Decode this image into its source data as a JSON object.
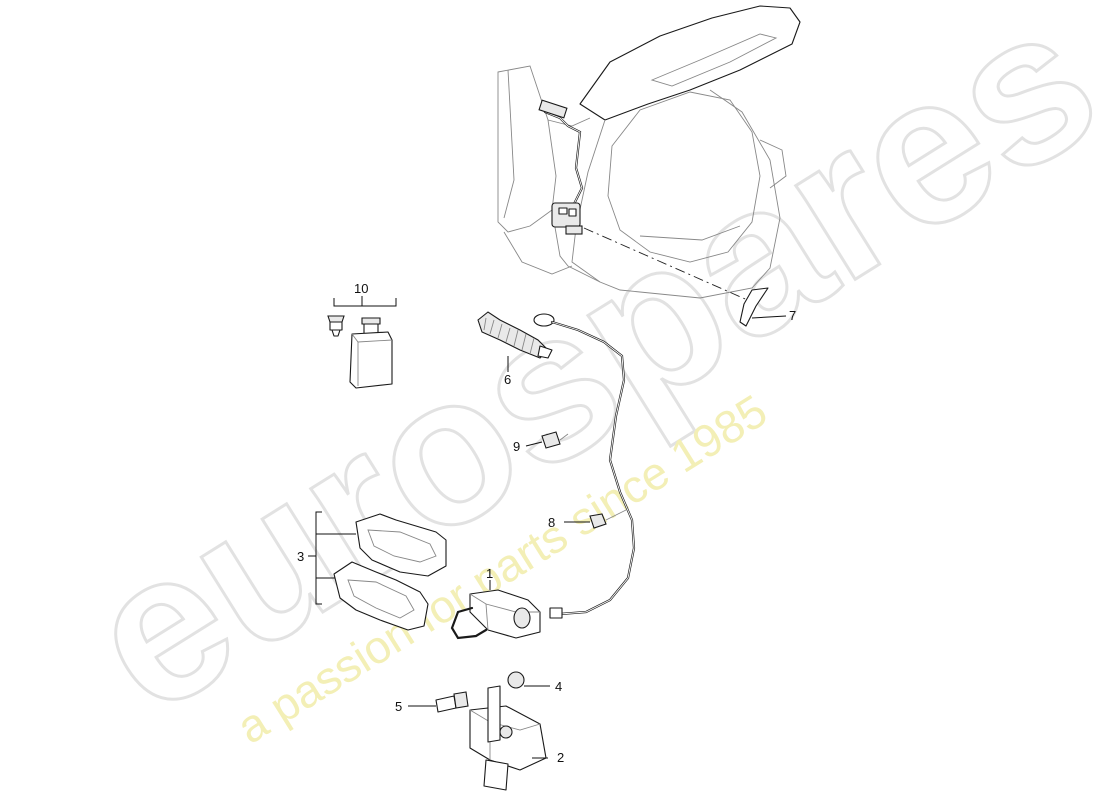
{
  "watermark": {
    "brand": "eurospares",
    "tagline": "a passion for parts since 1985"
  },
  "callouts": [
    {
      "id": "1",
      "label": "1"
    },
    {
      "id": "2",
      "label": "2"
    },
    {
      "id": "3",
      "label": "3"
    },
    {
      "id": "4",
      "label": "4"
    },
    {
      "id": "5",
      "label": "5"
    },
    {
      "id": "6",
      "label": "6"
    },
    {
      "id": "7",
      "label": "7"
    },
    {
      "id": "8",
      "label": "8"
    },
    {
      "id": "9",
      "label": "9"
    },
    {
      "id": "10",
      "label": "10"
    }
  ]
}
